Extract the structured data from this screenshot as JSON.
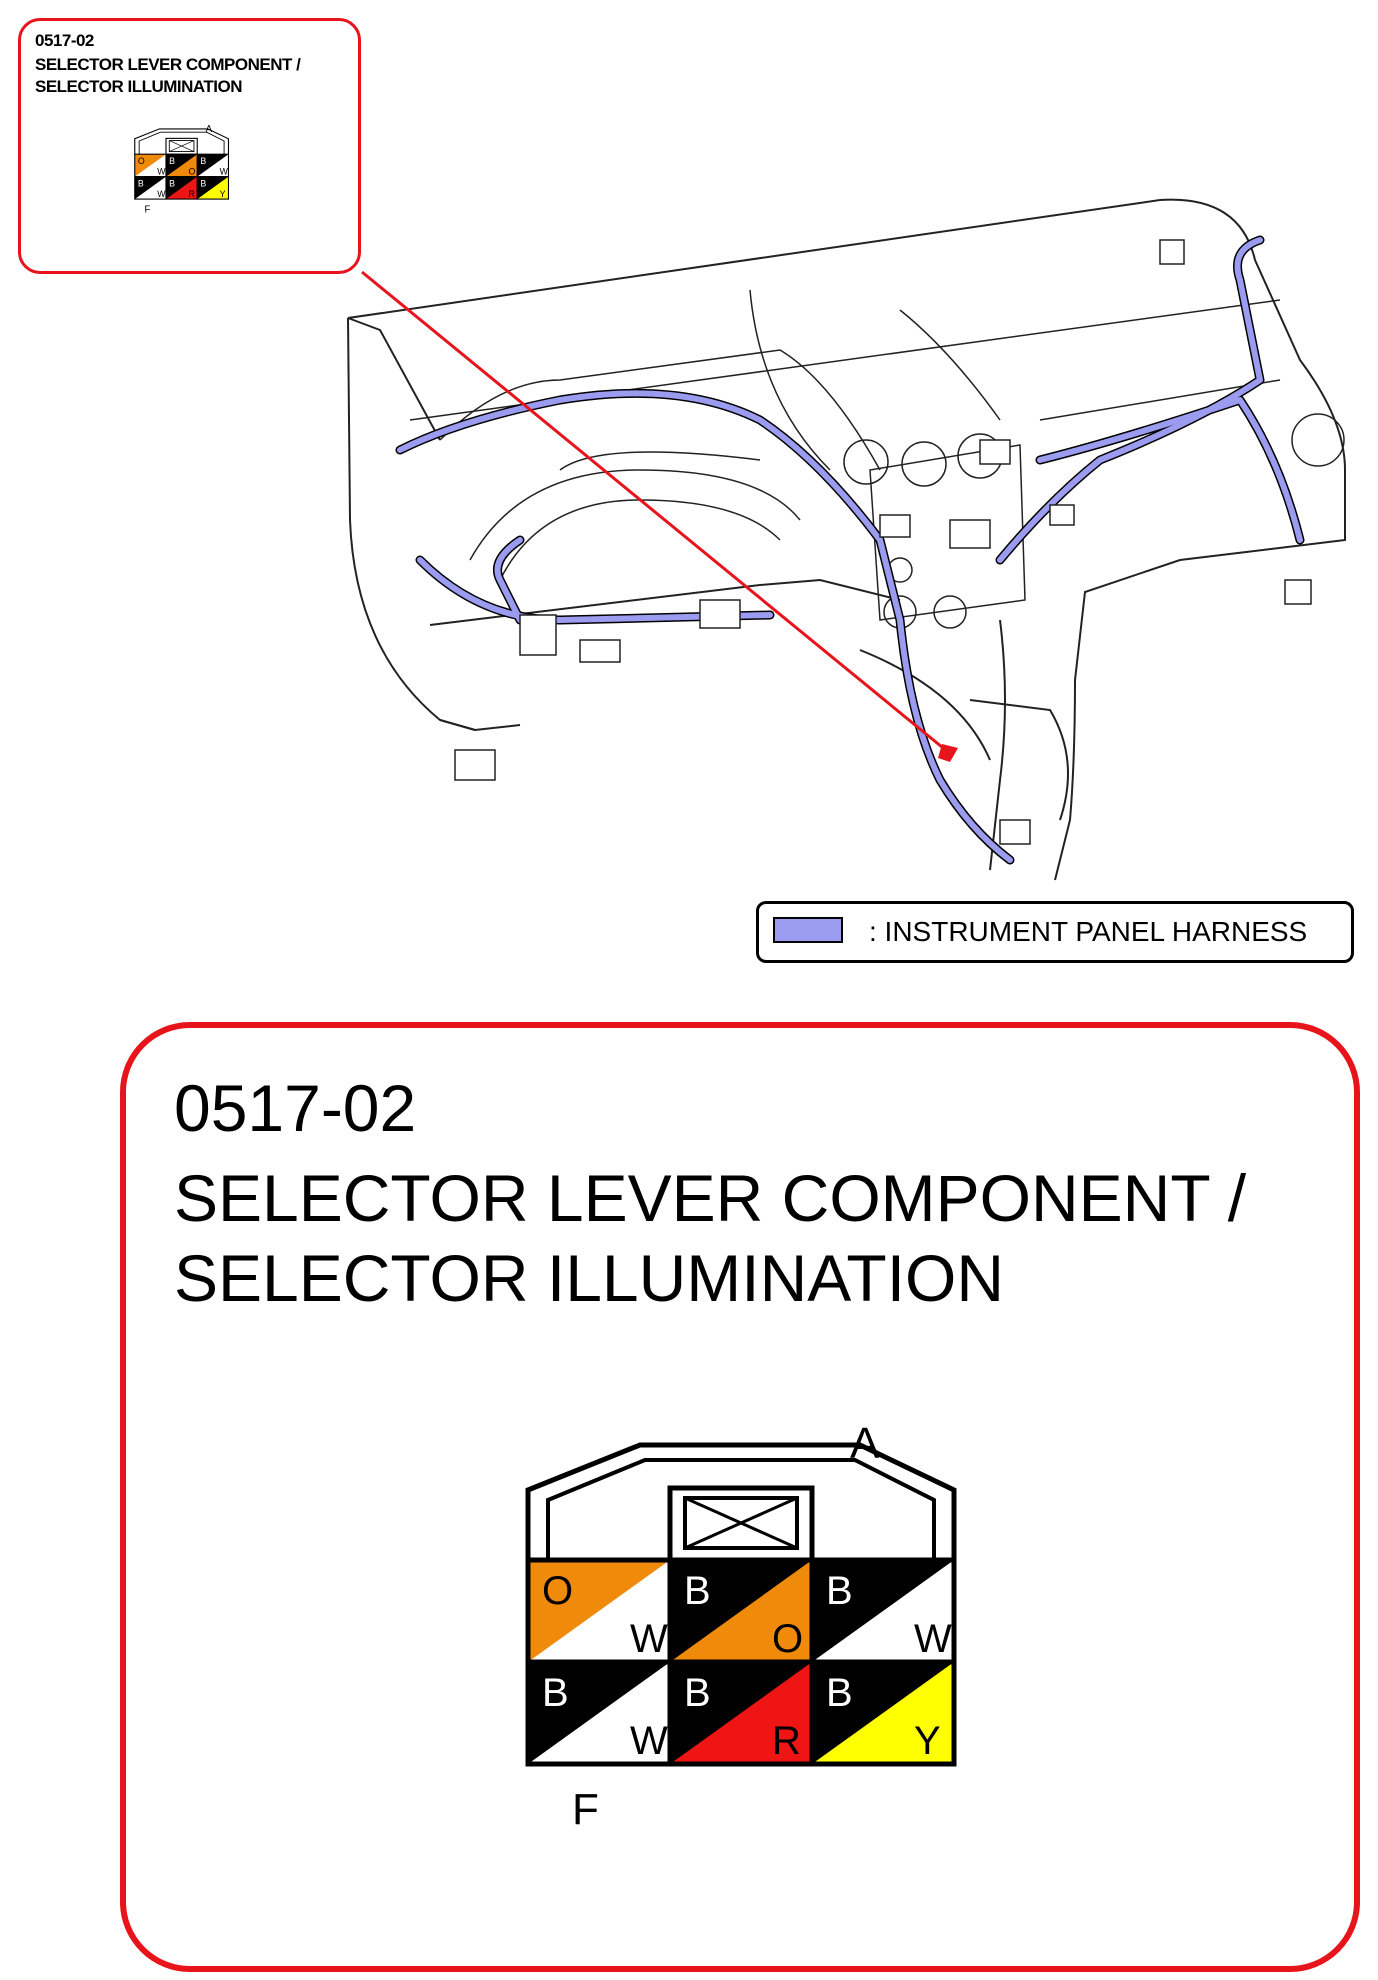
{
  "small_callout": {
    "code": "0517-02",
    "title_line1": "SELECTOR LEVER COMPONENT /",
    "title_line2": "SELECTOR ILLUMINATION"
  },
  "big_callout": {
    "code": "0517-02",
    "title_line1": "SELECTOR LEVER COMPONENT /",
    "title_line2": "SELECTOR ILLUMINATION"
  },
  "connector": {
    "label_top": "A",
    "label_bottom": "F",
    "pins": [
      {
        "upper": "O",
        "lower": "W",
        "upper_color": "#f08a0a",
        "lower_color": "#ffffff"
      },
      {
        "upper": "B",
        "lower": "O",
        "upper_color": "#000000",
        "lower_color": "#f08a0a"
      },
      {
        "upper": "B",
        "lower": "W",
        "upper_color": "#000000",
        "lower_color": "#ffffff"
      },
      {
        "upper": "B",
        "lower": "W",
        "upper_color": "#000000",
        "lower_color": "#ffffff"
      },
      {
        "upper": "B",
        "lower": "R",
        "upper_color": "#000000",
        "lower_color": "#ef1515"
      },
      {
        "upper": "B",
        "lower": "Y",
        "upper_color": "#000000",
        "lower_color": "#ffff00"
      }
    ]
  },
  "legend": {
    "label": ": INSTRUMENT PANEL HARNESS",
    "swatch_color": "#9b9bf0"
  },
  "colors": {
    "callout_border": "#e8141c",
    "harness": "#9b9bf0",
    "pointer_line": "#e8141c"
  }
}
